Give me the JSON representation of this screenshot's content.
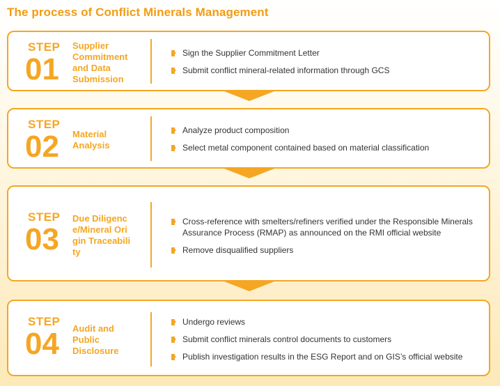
{
  "title": "The process of Conflict Minerals Management",
  "colors": {
    "accent": "#f5a623",
    "title": "#f39c12",
    "text": "#333333"
  },
  "steps": [
    {
      "label": "STEP",
      "number": "01",
      "name": "Supplier Commitment and Data Submission",
      "bullets": [
        "Sign the Supplier Commitment Letter",
        "Submit conflict mineral-related information through GCS"
      ]
    },
    {
      "label": "STEP",
      "number": "02",
      "name": "Material Analysis",
      "bullets": [
        "Analyze product composition",
        "Select metal component contained based on material classification"
      ]
    },
    {
      "label": "STEP",
      "number": "03",
      "name": "Due Diligence/Mineral Origin Traceability",
      "bullets": [
        "Cross-reference with smelters/refiners verified under the Responsible Minerals Assurance Process (RMAP) as announced on the RMI official website",
        "Remove disqualified suppliers"
      ]
    },
    {
      "label": "STEP",
      "number": "04",
      "name": "Audit and Public Disclosure",
      "bullets": [
        "Undergo reviews",
        "Submit conflict minerals control documents to customers",
        "Publish investigation results in the ESG Report and on GIS’s official website"
      ]
    }
  ]
}
